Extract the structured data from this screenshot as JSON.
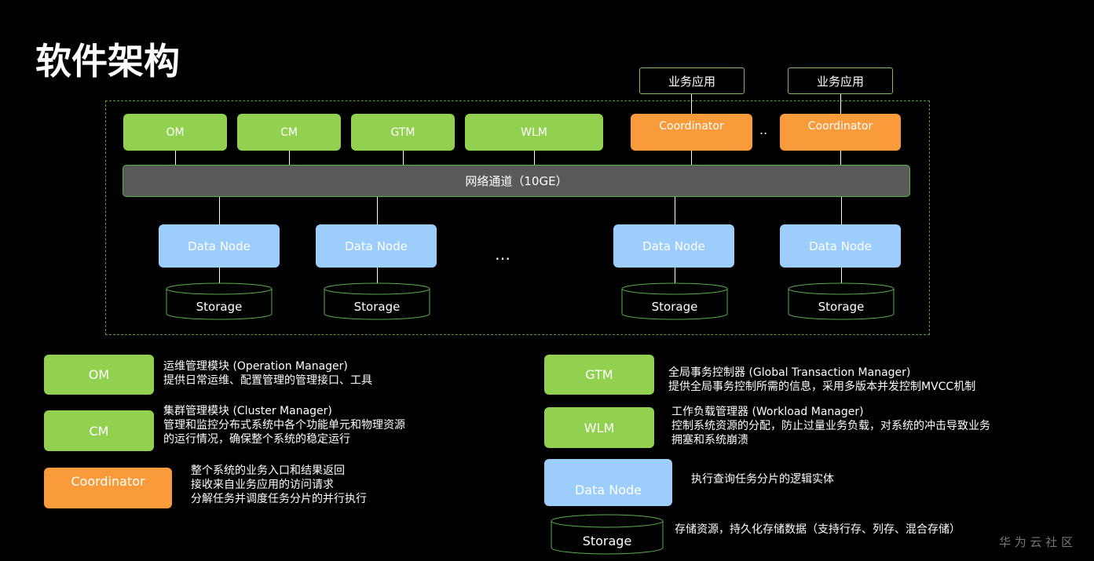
{
  "title": "软件架构",
  "apps": [
    "业务应用",
    "业务应用"
  ],
  "modules": {
    "om": "OM",
    "cm": "CM",
    "gtm": "GTM",
    "wlm": "WLM",
    "coord": "Coordinator"
  },
  "coord_ellipsis": "..",
  "network": "网络通道（10GE）",
  "data_node": "Data Node",
  "storage": "Storage",
  "dn_ellipsis": "…",
  "legend": {
    "om": {
      "label": "OM",
      "l1": "运维管理模块 (Operation Manager)",
      "l2": "提供日常运维、配置管理的管理接口、工具"
    },
    "cm": {
      "label": "CM",
      "l1": "集群管理模块 (Cluster Manager)",
      "l2": "管理和监控分布式系统中各个功能单元和物理资源",
      "l3": "的运行情况，确保整个系统的稳定运行"
    },
    "coord": {
      "label": "Coordinator",
      "l1": "整个系统的业务入口和结果返回",
      "l2": "接收来自业务应用的访问请求",
      "l3": "分解任务并调度任务分片的并行执行"
    },
    "gtm": {
      "label": "GTM",
      "l1": "全局事务控制器 (Global Transaction Manager)",
      "l2": "提供全局事务控制所需的信息，采用多版本并发控制MVCC机制"
    },
    "wlm": {
      "label": "WLM",
      "l1": "工作负载管理器 (Workload Manager)",
      "l2": "控制系统资源的分配，防止过量业务负载，对系统的冲击导致业务",
      "l3": "拥塞和系统崩溃"
    },
    "dn": {
      "label": "Data Node",
      "l1": "执行查询任务分片的逻辑实体"
    },
    "st": {
      "label": "Storage",
      "l1": "存储资源，持久化存储数据（支持行存、列存、混合存储）"
    }
  },
  "watermark": "华 为 云 社 区"
}
